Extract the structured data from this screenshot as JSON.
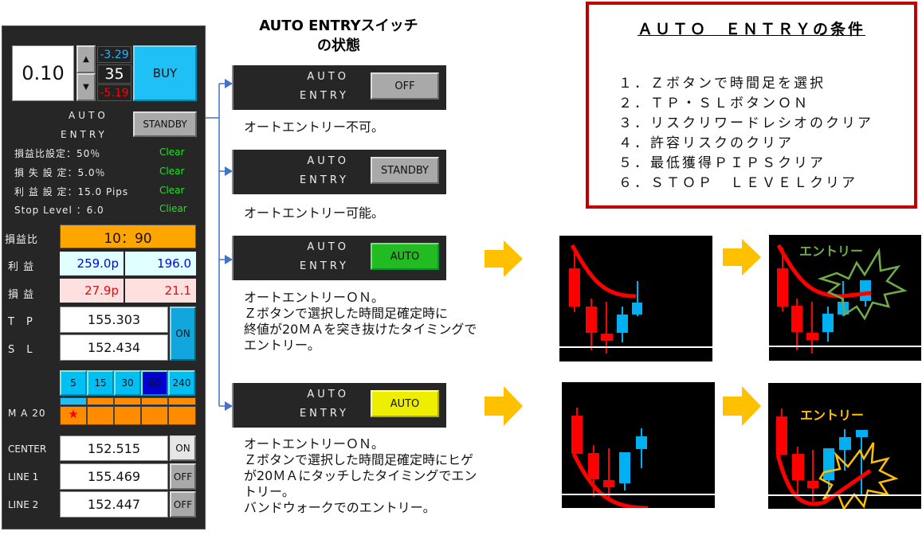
{
  "panel": {
    "lot": "0.10",
    "up_icon": "▲",
    "down_icon": "▼",
    "spread_top": "-3.29",
    "spread_mid": "35",
    "spread_bottom": "-5.19",
    "buy": "BUY",
    "auto_1": "AUTO",
    "auto_2": "ENTRY",
    "standby": "STANDBY",
    "settings": [
      {
        "label": "損益比設定：50％",
        "status": "Clear"
      },
      {
        "label": "損 失 設 定：5.0％",
        "status": "Clear"
      },
      {
        "label": "利 益 設 定：15.0 Pips",
        "status": "Clear"
      },
      {
        "label": "Stop Level ：6.0",
        "status": "Cliear"
      }
    ],
    "ratio_label": "損益比",
    "ratio": "10：90",
    "profit_label": "利 益",
    "profit_pips": "259.0p",
    "profit_value": "196.0",
    "loss_label": "損 益",
    "loss_pips": "27.9p",
    "loss_value": "21.1",
    "tp_label": "T　P",
    "tp": "155.303",
    "sl_label": "S　L",
    "sl": "152.434",
    "tpsl_toggle": "ON",
    "timeframes": [
      "5",
      "15",
      "30",
      "60",
      "240"
    ],
    "ma_label": "M A 20",
    "star_icon": "★",
    "lines": [
      {
        "label": "CENTER",
        "value": "152.515",
        "toggle": "ON"
      },
      {
        "label": "LINE 1",
        "value": "155.469",
        "toggle": "OFF"
      },
      {
        "label": "LINE 2",
        "value": "152.447",
        "toggle": "OFF"
      }
    ]
  },
  "colors": {
    "buy": "#1ec0f5",
    "orange": "#ffa500",
    "green_button": "#22bb22",
    "yellow_button": "#eeee00",
    "border_red": "#c00000"
  },
  "states": {
    "title_1": "AUTO ENTRYスイッチ",
    "title_2": "の状態",
    "items": [
      {
        "auto": "AUTO",
        "entry": "ENTRY",
        "button": "OFF",
        "desc": [
          "オートエントリー不可。"
        ]
      },
      {
        "auto": "AUTO",
        "entry": "ENTRY",
        "button": "STANDBY",
        "desc": [
          "オートエントリー可能。"
        ]
      },
      {
        "auto": "AUTO",
        "entry": "ENTRY",
        "button": "AUTO",
        "desc": [
          "オートエントリーＯＮ。",
          "Ｚボタンで選択した時間足確定時に",
          "終値が20ＭＡを突き抜けたタイミングで",
          "エントリー。"
        ]
      },
      {
        "auto": "AUTO",
        "entry": "ENTRY",
        "button": "AUTO",
        "desc": [
          "オートエントリーＯＮ。",
          "Ｚボタンで選択した時間足確定時にヒゲ",
          "が20ＭＡにタッチしたタイミングでエン",
          "トリー。",
          "バンドウォークでのエントリー。"
        ]
      }
    ]
  },
  "conditions": {
    "title": "ＡＵＴＯ　ＥＮＴＲＹの条件",
    "items": [
      "１．Ｚボタンで時間足を選択",
      "２．ＴＰ・ＳＬボタンＯＮ",
      "３．リスクリワードレシオのクリア",
      "４．許容リスクのクリア",
      "５．最低獲得ＰＩＰＳクリア",
      "６．ＳＴＯＰ　ＬＥＶＥＬクリア"
    ]
  },
  "examples": {
    "entry_label_1": "エントリー",
    "entry_label_2": "エントリー"
  }
}
